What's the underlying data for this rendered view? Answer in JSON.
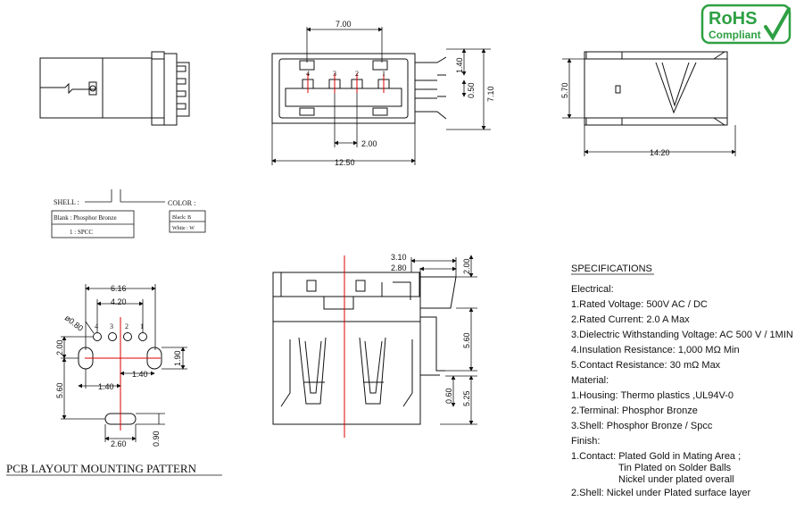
{
  "badge": {
    "line1": "RoHS",
    "line2": "Compliant",
    "color": "#2ea043"
  },
  "top_view": {
    "dim_width": "7.00",
    "dim_height_a": "1.40",
    "dim_height_b": "0.50",
    "dim_height_c": "7.10",
    "dim_pitch": "2.00",
    "dim_total": "12.50",
    "pins": [
      "4",
      "3",
      "2",
      "1"
    ]
  },
  "side_view": {
    "dim_height": "5.70",
    "dim_length": "14.20"
  },
  "shell_box": {
    "shell_label": "SHELL :",
    "shell_options": [
      "Blank : Phosphor Bronze",
      "1 : SPCC"
    ],
    "color_label": "COLOR :",
    "color_options": [
      "Black: B",
      "White : W"
    ]
  },
  "pcb": {
    "dim_span_outer": "6.16",
    "dim_span_inner": "4.20",
    "dim_hole": "ø0.80",
    "pins": [
      "4",
      "3",
      "2",
      "1"
    ],
    "dim_vertical_a": "2.00",
    "dim_right_height": "1.90",
    "dim_vertical_b": "5.60",
    "dim_left_offset": "1.40",
    "dim_right_offset": "1.40",
    "dim_slot_width": "2.60",
    "dim_slot_height": "0.90",
    "title": "PCB LAYOUT MOUNTING PATTERN"
  },
  "front_view": {
    "dim_top_a": "3.10",
    "dim_top_b": "2.80",
    "dim_right_a": "2.00",
    "dim_right_b": "5.60",
    "dim_right_c": "0.60",
    "dim_right_d": "5.25"
  },
  "specs": {
    "title": "SPECIFICATIONS",
    "electrical_label": "Electrical:",
    "electrical": [
      "1.Rated Voltage: 500V AC / DC",
      "2.Rated Current: 2.0 A Max",
      "3.Dielectric Withstanding Voltage: AC 500 V / 1MIN",
      "4.Insulation Resistance: 1,000 MΩ Min",
      "5.Contact Resistance: 30 mΩ Max"
    ],
    "material_label": "Material:",
    "material": [
      "1.Housing: Thermo plastics ,UL94V-0",
      "2.Terminal: Phosphor Bronze",
      "3.Shell: Phosphor Bronze / Spcc"
    ],
    "finish_label": "Finish:",
    "finish": [
      "1.Contact: Plated Gold in Mating Area ;",
      "Tin Plated on Solder Balls",
      "Nickel under plated overall",
      "2.Shell: Nickel under Plated surface layer"
    ]
  }
}
